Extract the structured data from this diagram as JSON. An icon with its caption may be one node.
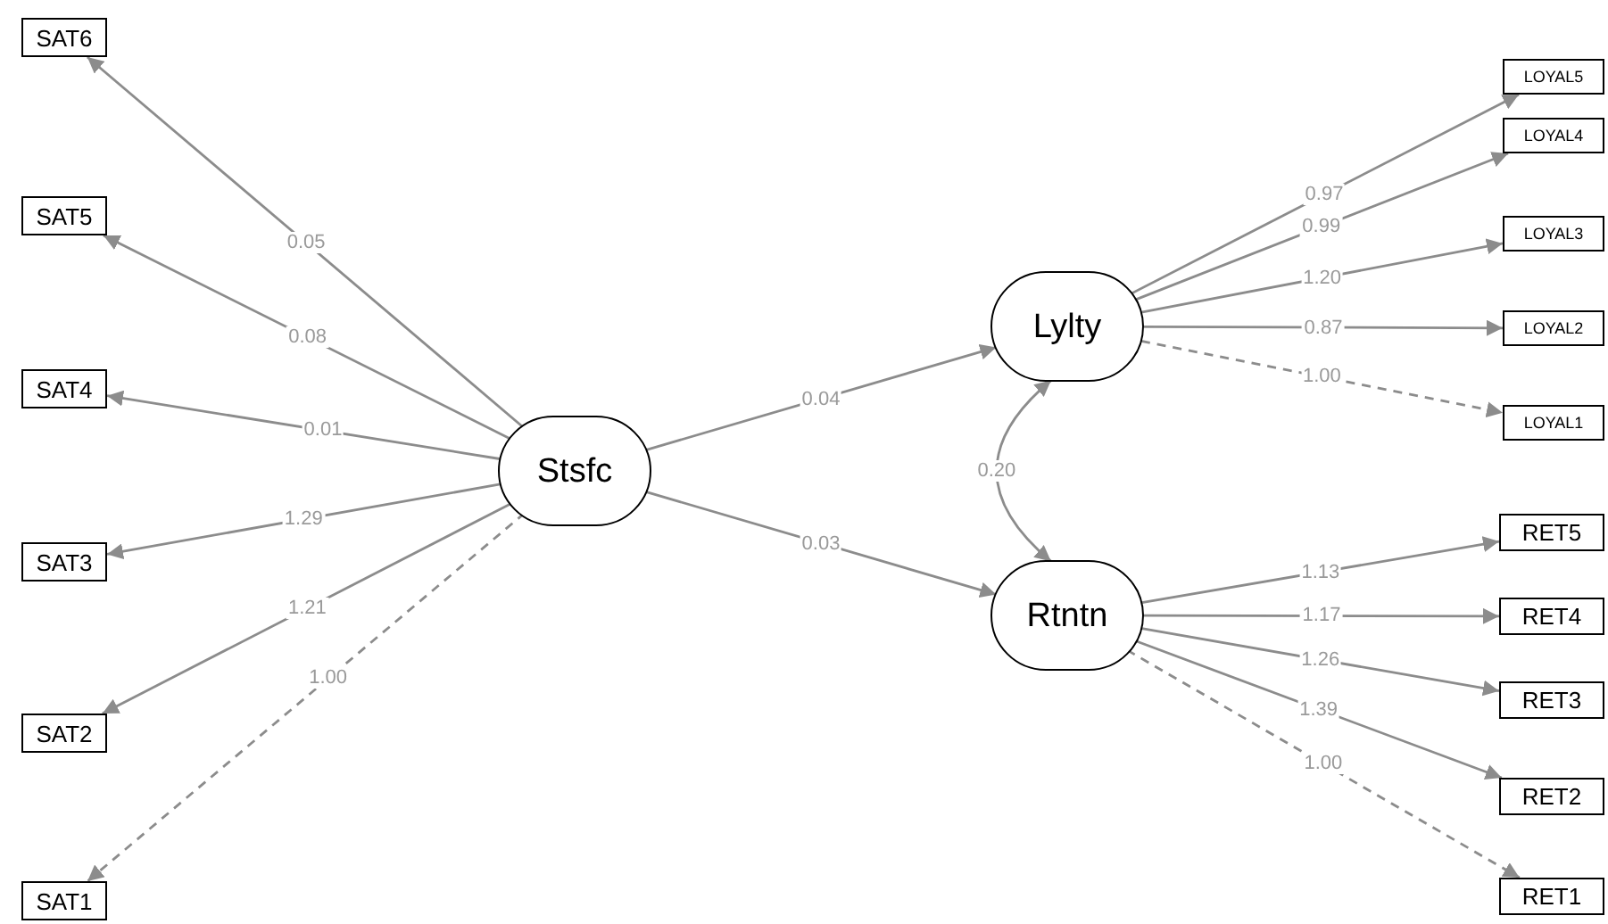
{
  "diagram": {
    "nodes": [
      {
        "text": [
          "SAT6"
        ]
      },
      {
        "text": [
          "SAT5"
        ]
      },
      {
        "text": [
          "SAT4"
        ]
      },
      {
        "text": [
          "SAT3"
        ]
      },
      {
        "text": [
          "SAT2"
        ]
      },
      {
        "text": [
          "SAT1"
        ]
      },
      {
        "text": [
          "Stsfc"
        ]
      },
      {
        "text": [
          "Lylty"
        ]
      },
      {
        "text": [
          "Rtntn"
        ]
      },
      {
        "text": [
          "LOYAL5"
        ]
      },
      {
        "text": [
          "LOYAL4"
        ]
      },
      {
        "text": [
          "LOYAL3"
        ]
      },
      {
        "text": [
          "LOYAL2"
        ]
      },
      {
        "text": [
          "LOYAL1"
        ]
      },
      {
        "text": [
          "RET5"
        ]
      },
      {
        "text": [
          "RET4"
        ]
      },
      {
        "text": [
          "RET3"
        ]
      },
      {
        "text": [
          "RET2"
        ]
      },
      {
        "text": [
          "RET1"
        ]
      }
    ],
    "edges": [
      {
        "from": 6,
        "to": 0,
        "arrow": "to",
        "label": "0.05"
      },
      {
        "from": 6,
        "to": 1,
        "arrow": "to",
        "label": "0.08"
      },
      {
        "from": 6,
        "to": 2,
        "arrow": "to",
        "label": "0.01"
      },
      {
        "from": 6,
        "to": 3,
        "arrow": "to",
        "label": "1.29"
      },
      {
        "from": 6,
        "to": 4,
        "arrow": "to",
        "label": "1.21"
      },
      {
        "from": 6,
        "to": 5,
        "arrow": "to",
        "label": "1.00",
        "style": "dashed"
      },
      {
        "from": 6,
        "to": 7,
        "arrow": "to",
        "label": "0.04"
      },
      {
        "from": 6,
        "to": 8,
        "arrow": "to",
        "label": "0.03"
      },
      {
        "from": 7,
        "to": 8,
        "arrow": "both",
        "label": "0.20"
      },
      {
        "from": 7,
        "to": 9,
        "arrow": "to",
        "label": "0.97"
      },
      {
        "from": 7,
        "to": 10,
        "arrow": "to",
        "label": "0.99"
      },
      {
        "from": 7,
        "to": 11,
        "arrow": "to",
        "label": "1.20"
      },
      {
        "from": 7,
        "to": 12,
        "arrow": "to",
        "label": "0.87"
      },
      {
        "from": 7,
        "to": 13,
        "arrow": "to",
        "label": "1.00",
        "style": "dashed"
      },
      {
        "from": 8,
        "to": 14,
        "arrow": "to",
        "label": "1.13"
      },
      {
        "from": 8,
        "to": 15,
        "arrow": "to",
        "label": "1.17"
      },
      {
        "from": 8,
        "to": 16,
        "arrow": "to",
        "label": "1.26"
      },
      {
        "from": 8,
        "to": 17,
        "arrow": "to",
        "label": "1.39"
      },
      {
        "from": 8,
        "to": 18,
        "arrow": "to",
        "label": "1.00",
        "style": "dashed"
      }
    ]
  }
}
